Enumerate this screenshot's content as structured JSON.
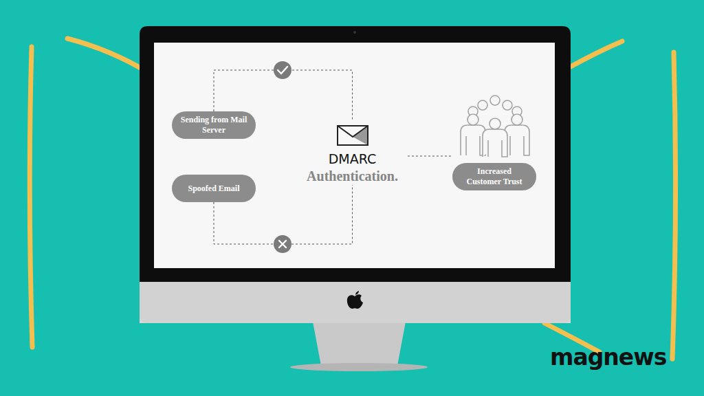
{
  "diagram": {
    "nodes": [
      {
        "text": [
          "Sending from Mail Server"
        ]
      },
      {
        "text": [
          "Spoofed Email"
        ]
      },
      {
        "text": [
          "DMARC",
          "Authentication."
        ]
      },
      {
        "text": [
          "Increased Customer Trust"
        ]
      }
    ],
    "edges": [
      {
        "from": 0,
        "to": 2,
        "arrow": "none"
      },
      {
        "from": 1,
        "to": 2,
        "arrow": "none"
      },
      {
        "from": 2,
        "to": 3,
        "arrow": "none"
      }
    ],
    "labels": [
      "magnews"
    ]
  }
}
